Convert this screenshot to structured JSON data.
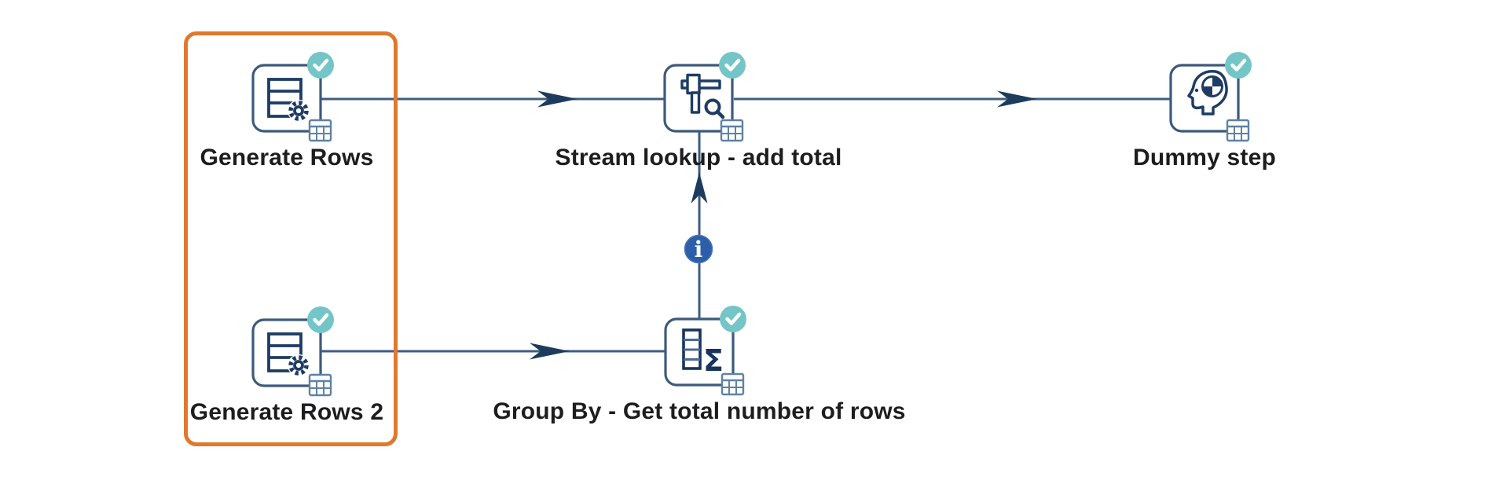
{
  "canvas": {
    "background": "#ffffff",
    "description": "Pipeline / transformation graph"
  },
  "steps": [
    {
      "name": "Generate Rows",
      "type": "row-generator",
      "status": "completed",
      "selected": true
    },
    {
      "name": "Generate Rows 2",
      "type": "row-generator",
      "status": "completed",
      "selected": true
    },
    {
      "name": "Stream lookup - add total",
      "type": "stream-lookup",
      "status": "completed",
      "selected": false
    },
    {
      "name": "Group By - Get total number of rows",
      "type": "group-by",
      "status": "completed",
      "selected": false,
      "glyph": "Σ"
    },
    {
      "name": "Dummy step",
      "type": "dummy",
      "status": "completed",
      "selected": false
    }
  ],
  "hops": [
    {
      "from": "Generate Rows",
      "to": "Stream lookup - add total"
    },
    {
      "from": "Generate Rows 2",
      "to": "Group By - Get total number of rows"
    },
    {
      "from": "Group By - Get total number of rows",
      "to": "Stream lookup - add total",
      "info": true,
      "info_label": "i"
    },
    {
      "from": "Stream lookup - add total",
      "to": "Dummy step"
    }
  ],
  "selection": {
    "steps": [
      "Generate Rows",
      "Generate Rows 2"
    ],
    "color": "#e0782e"
  },
  "colors": {
    "hop_line": "#3f5e80",
    "arrowhead": "#1d3b5d",
    "step_outline": "#3d5a7c",
    "step_glyph": "#1e3c64",
    "check_badge": "#74c5c7",
    "grid_badge": "#5f82a3",
    "info_badge": "#2c5faa",
    "label_text": "#1d1d1f",
    "selection_border": "#e0782e"
  }
}
